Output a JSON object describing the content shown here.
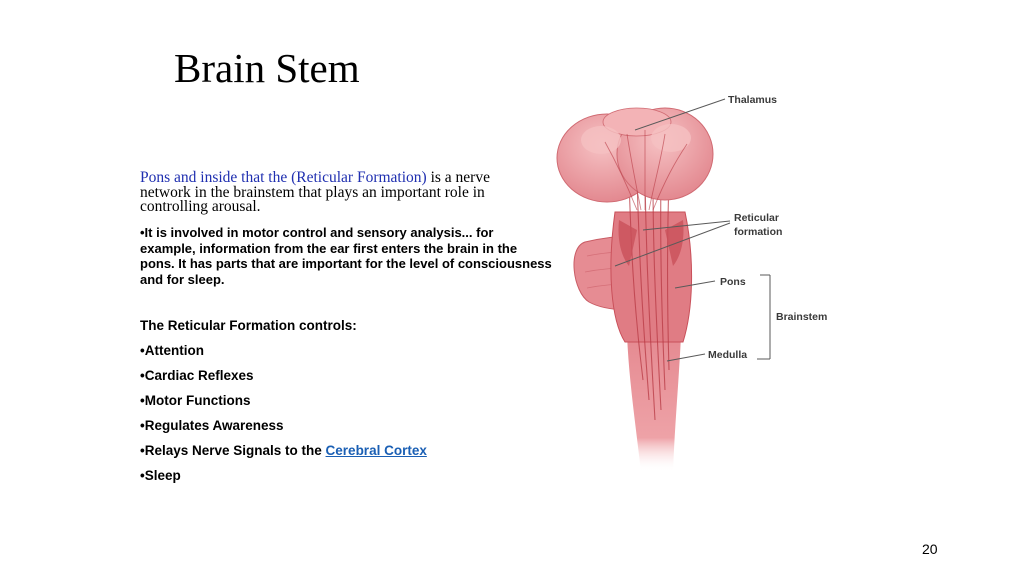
{
  "slide": {
    "title": "Brain Stem",
    "intro": {
      "highlight": "Pons and inside that the (Reticular Formation)",
      "rest": " is a nerve network in the brainstem that plays an important role in controlling arousal."
    },
    "detail": "•It is involved in motor control and sensory analysis... for example, information from the ear first enters the brain in the pons. It has parts that are important for the level of consciousness and for sleep.",
    "controls_heading": "The Reticular Formation controls:",
    "bullets": [
      "•Attention",
      "•Cardiac Reflexes",
      "•Motor Functions",
      "•Regulates Awareness"
    ],
    "relay_bullet": {
      "prefix": "•Relays Nerve Signals to the ",
      "link": "Cerebral Cortex"
    },
    "last_bullet": "•Sleep",
    "page_number": "20"
  },
  "figure": {
    "labels": {
      "thalamus": "Thalamus",
      "reticular_line1": "Reticular",
      "reticular_line2": "formation",
      "pons": "Pons",
      "medulla": "Medulla",
      "brainstem": "Brainstem"
    }
  },
  "colors": {
    "link": "#1a5fb4",
    "highlight_text": "#1f2fb0",
    "tissue_light": "#f0a8ac",
    "tissue_mid": "#e07c84",
    "tissue_dark": "#c9505a",
    "fiber": "#b83a44"
  }
}
